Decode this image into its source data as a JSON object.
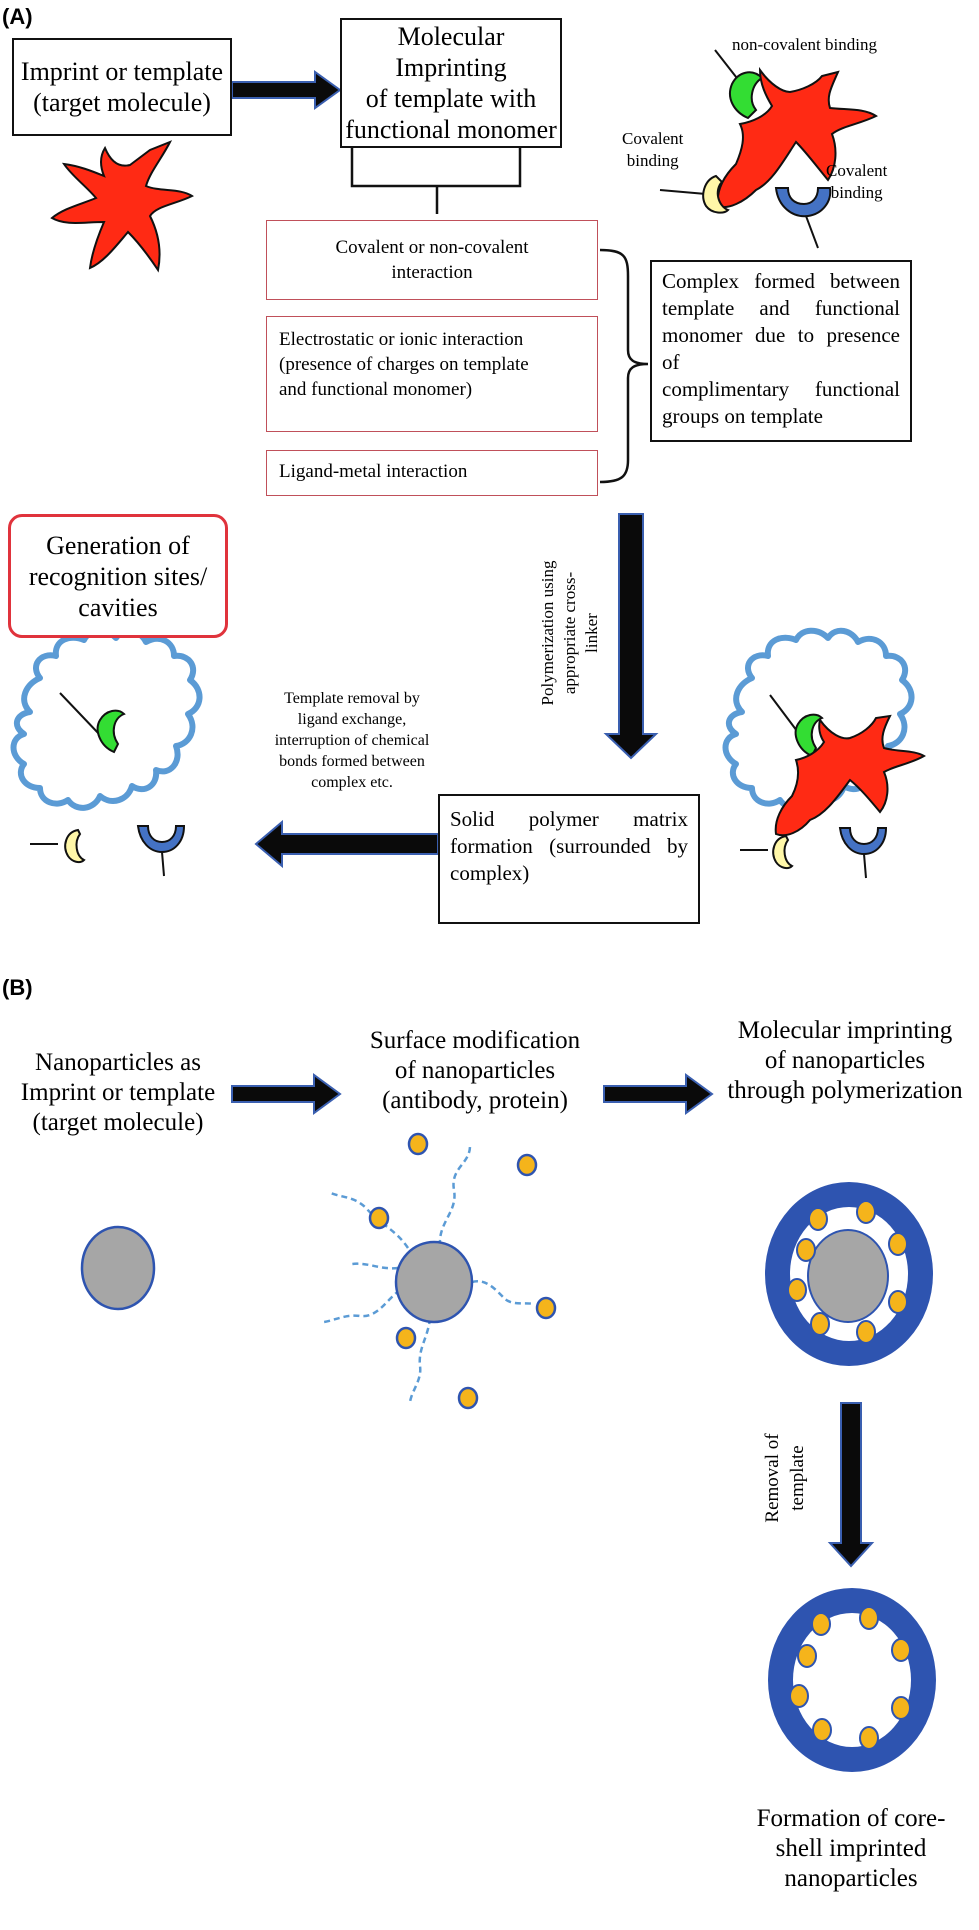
{
  "panel_a": {
    "label": "(A)",
    "imprint_box": [
      "Imprint or template",
      "(target molecule)"
    ],
    "molecular_imprinting_box": [
      "Molecular Imprinting",
      "of template with",
      "functional  monomer"
    ],
    "binding_labels": {
      "non_covalent": "non-covalent binding",
      "covalent_left": [
        "Covalent",
        "binding"
      ],
      "covalent_right": [
        "Covalent",
        "binding"
      ]
    },
    "interactions": [
      [
        "Covalent  or non-covalent",
        "interaction"
      ],
      [
        "Electrostatic or ionic interaction",
        "(presence of charges on template",
        "and functional  monomer)"
      ],
      [
        "Ligand-metal  interaction"
      ]
    ],
    "complex_box": [
      "Complex  formed  between",
      "template   and   functional",
      "monomer due to presence of",
      "complimentary    functional",
      "groups on template"
    ],
    "polymerization_label": [
      "Polymerization using",
      "appropriate cross-",
      "linker"
    ],
    "recognition_box": [
      "Generation of",
      "recognition sites/",
      "cavities"
    ],
    "template_removal_label": [
      "Template removal by",
      "ligand exchange,",
      "interruption of chemical",
      "bonds formed between",
      "complex etc."
    ],
    "solid_polymer_box": [
      "Solid  polymer  matrix",
      "formation (surrounded by",
      "complex)"
    ]
  },
  "panel_b": {
    "label": "(B)",
    "step1": [
      "Nanoparticles as",
      "Imprint or template",
      "(target molecule)"
    ],
    "step2": [
      "Surface modification",
      "of nanoparticles",
      "(antibody, protein)"
    ],
    "step3": [
      "Molecular imprinting",
      "of nanoparticles",
      "through polymerization"
    ],
    "removal_label": [
      "Removal of",
      "template"
    ],
    "result": [
      "Formation of core-",
      "shell imprinted",
      "nanoparticles"
    ]
  },
  "colors": {
    "template_red": "#ff2a14",
    "polymer_outline": "#5b9bd5",
    "binding_green": "#33dd33",
    "binding_yellow": "#fff7a8",
    "binding_blue": "#4472c4",
    "nanoparticle_gray": "#a6a6a6",
    "shell_blue": "#2e54b0",
    "bead_yellow": "#f5b41b",
    "arrow_fill": "#0a0a0a",
    "arrow_edge": "#3a5fb0",
    "box_red": "#c0505a"
  }
}
